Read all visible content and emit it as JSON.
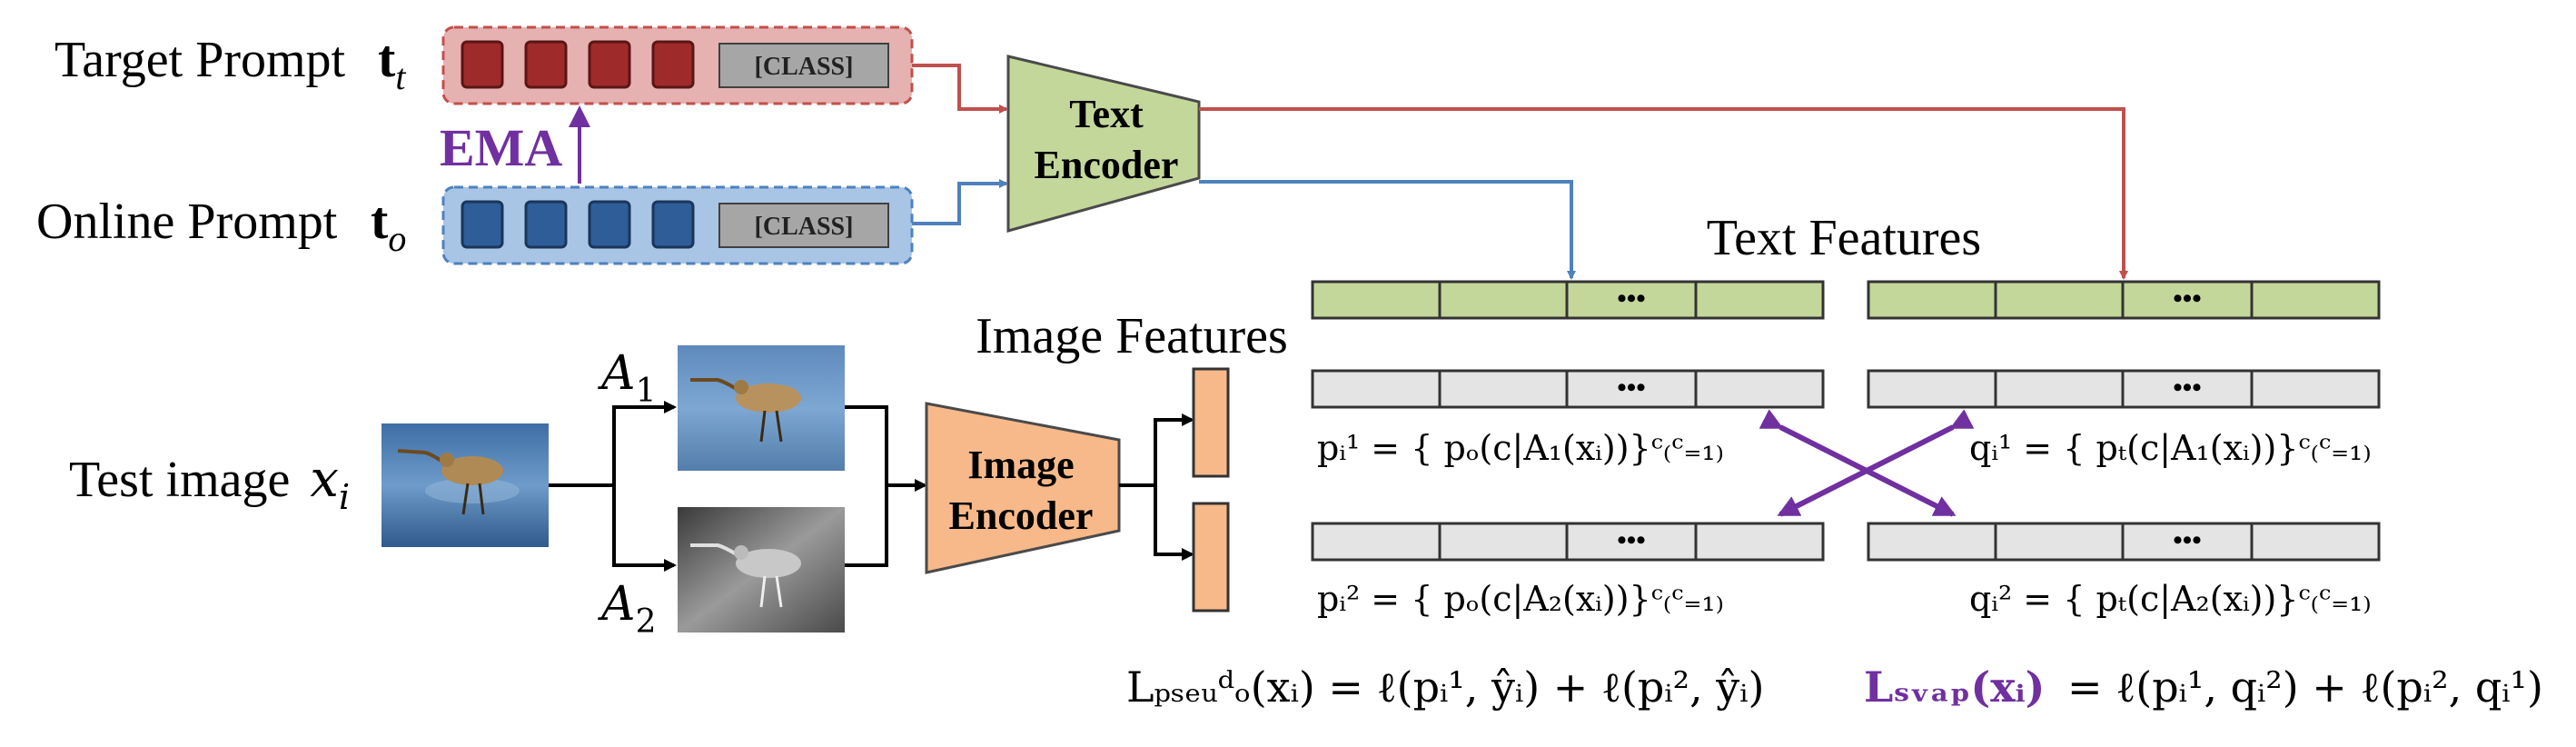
{
  "colors": {
    "red": "#c0504d",
    "blue": "#4f81bd",
    "purple": "#7030a0",
    "green_fill": "#c4d79b",
    "orange_fill": "#f7b98a",
    "gray_fill": "#e4e4e4",
    "red_prompt_bg": "#e6b1b1",
    "blue_prompt_bg": "#a9c5e6",
    "red_token": "#9e2a2a",
    "blue_token": "#2e5d98"
  },
  "prompts": {
    "target_label": "Target Prompt",
    "target_symbol": "t",
    "target_sub": "t",
    "online_label": "Online Prompt",
    "online_symbol": "t",
    "online_sub": "o",
    "class_token": "[CLASS]",
    "ema_label": "EMA"
  },
  "encoders": {
    "text_line1": "Text",
    "text_line2": "Encoder",
    "image_line1": "Image",
    "image_line2": "Encoder"
  },
  "features": {
    "text_title": "Text Features",
    "image_title": "Image Features",
    "ellipsis": "•••"
  },
  "test_image": {
    "label": "Test image",
    "symbol": "x",
    "sub": "i",
    "aug1": "A",
    "aug1_sub": "1",
    "aug2": "A",
    "aug2_sub": "2"
  },
  "predictions": {
    "p1": "pᵢ¹ = { pₒ(c|A₁(xᵢ))}ᶜ₍ᶜ₌₁₎",
    "p2": "pᵢ² = { pₒ(c|A₂(xᵢ))}ᶜ₍ᶜ₌₁₎",
    "q1": "qᵢ¹ = { pₜ(c|A₁(xᵢ))}ᶜ₍ᶜ₌₁₎",
    "q2": "qᵢ² = { pₜ(c|A₂(xᵢ))}ᶜ₍ᶜ₌₁₎"
  },
  "losses": {
    "pseudo": "Lₚₛₑᵤᵈₒ(xᵢ) = ℓ(pᵢ¹, ŷᵢ) + ℓ(pᵢ², ŷᵢ)",
    "swap_lhs": "Lₛᵥₐₚ(xᵢ)",
    "swap_rhs": "= ℓ(pᵢ¹, qᵢ²) + ℓ(pᵢ², qᵢ¹)"
  }
}
